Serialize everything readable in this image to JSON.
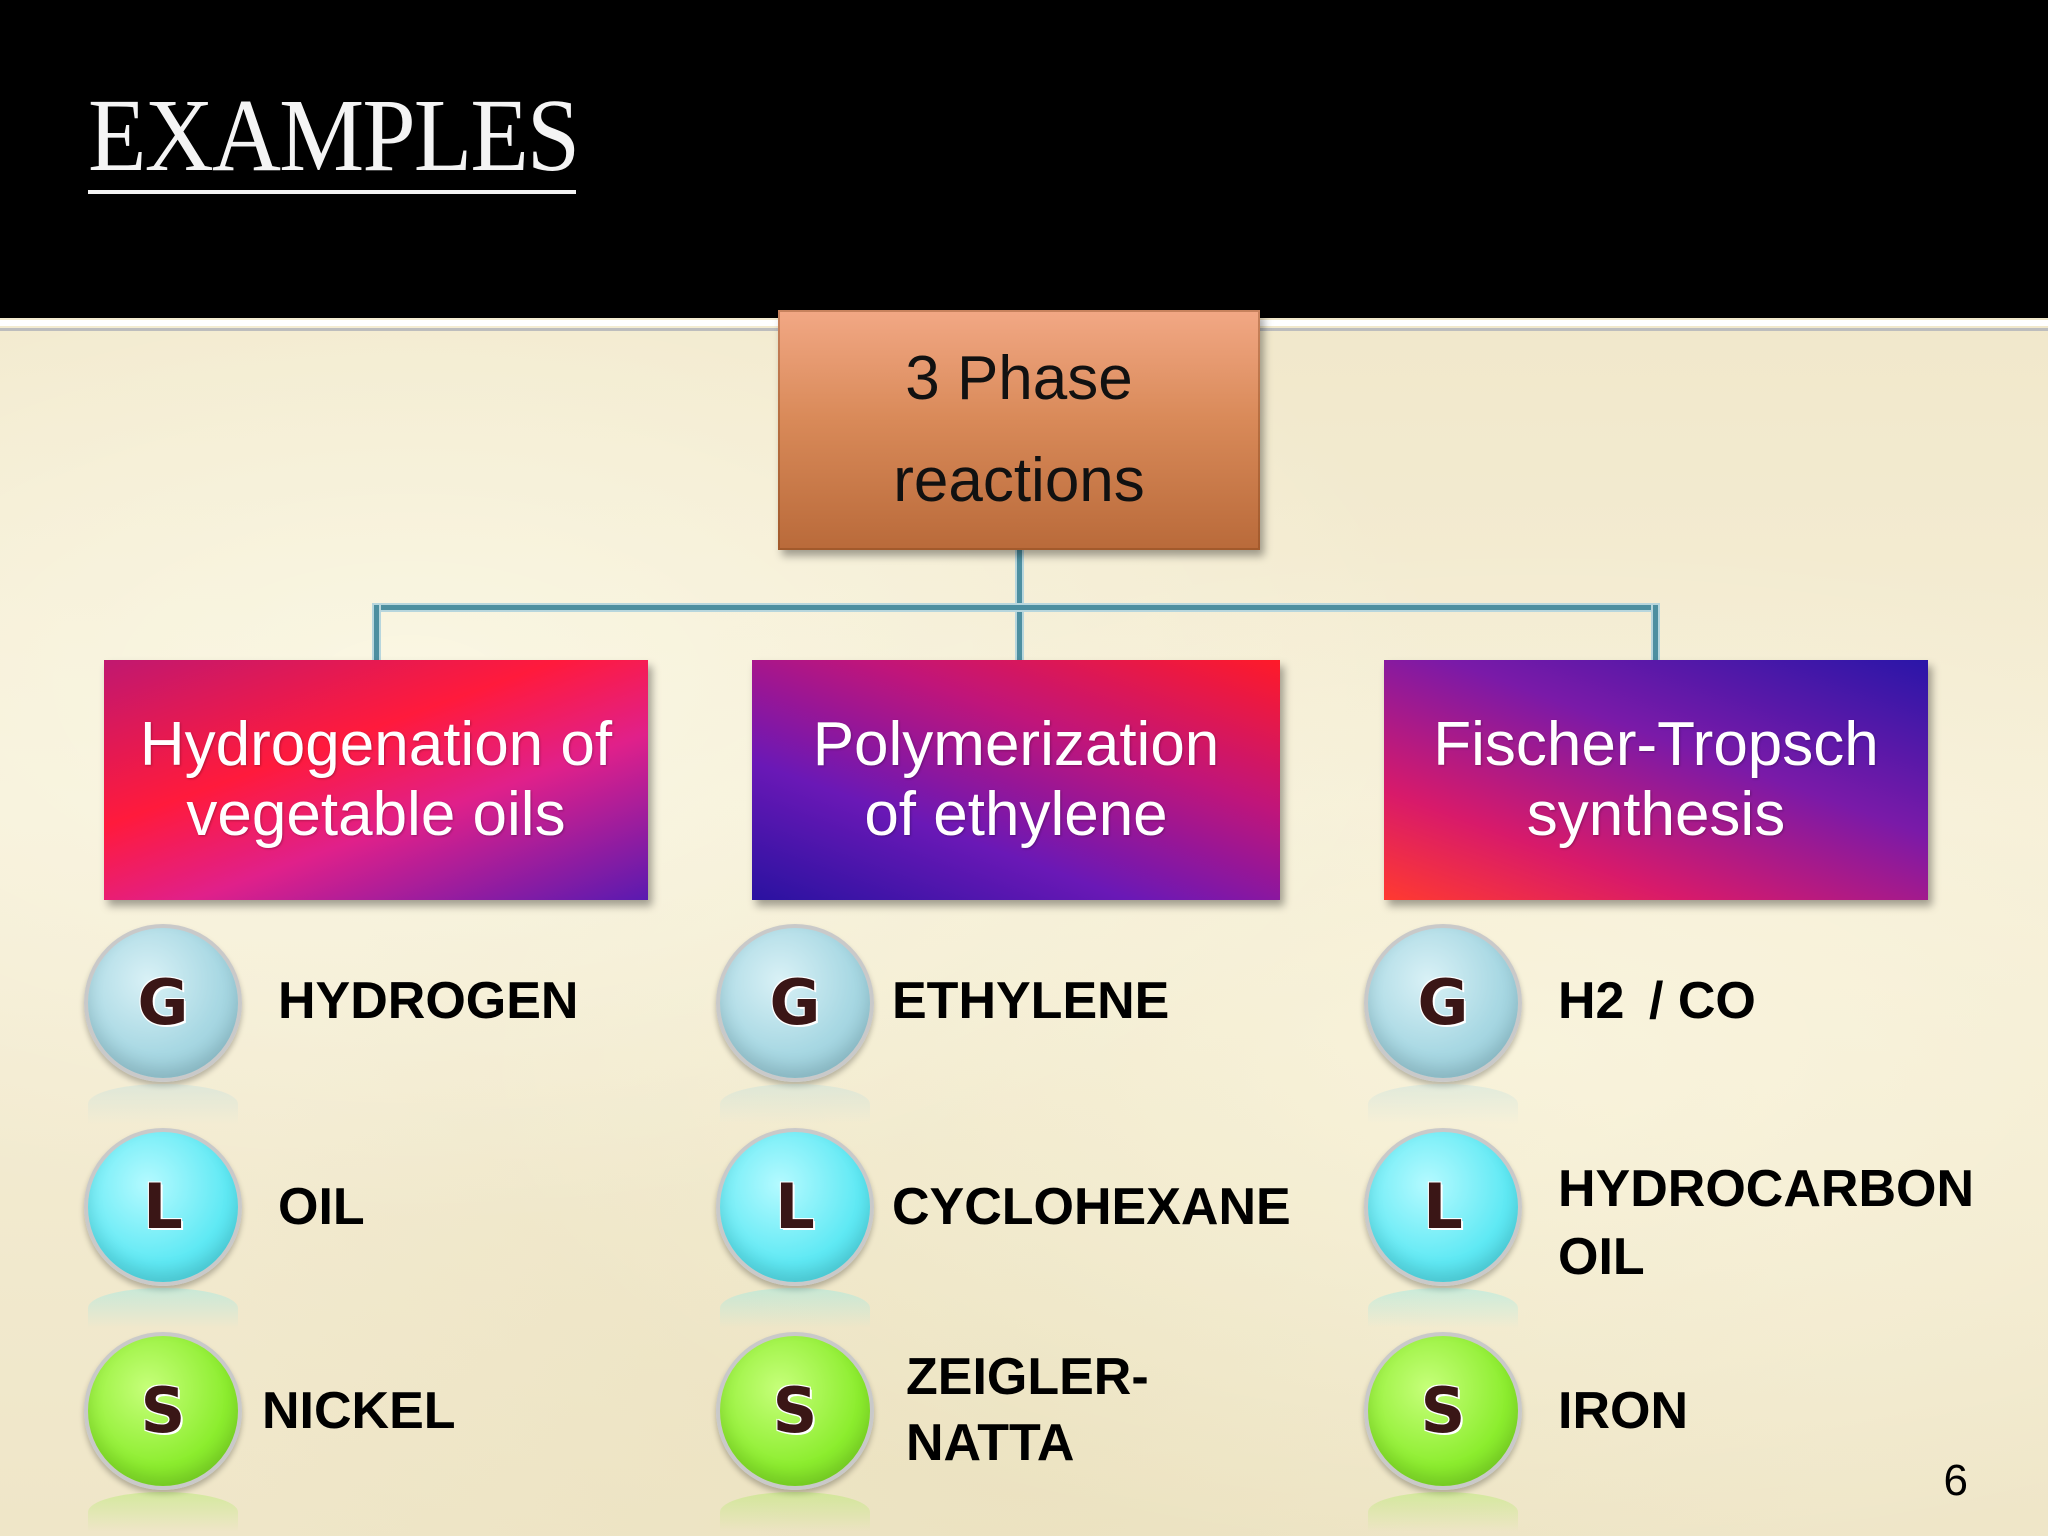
{
  "slide": {
    "title": "EXAMPLES",
    "page_number": "6"
  },
  "root": {
    "line1": "3 Phase",
    "line2": "reactions"
  },
  "categories": [
    {
      "line1": "Hydrogenation of",
      "line2": "vegetable oils",
      "phases": {
        "gas": {
          "letter": "G",
          "label": "HYDROGEN"
        },
        "liquid": {
          "letter": "L",
          "label": "OIL"
        },
        "solid": {
          "letter": "S",
          "label": "NICKEL"
        }
      }
    },
    {
      "line1": "Polymerization",
      "line2": "of ethylene",
      "phases": {
        "gas": {
          "letter": "G",
          "label": "ETHYLENE"
        },
        "liquid": {
          "letter": "L",
          "label": "CYCLOHEXANE"
        },
        "solid": {
          "letter": "S",
          "label_line1": "ZEIGLER-",
          "label_line2": "NATTA"
        }
      }
    },
    {
      "line1": "Fischer-Tropsch",
      "line2": "synthesis",
      "phases": {
        "gas": {
          "letter": "G",
          "label_main": "H2",
          "label_rest": "/ CO"
        },
        "liquid": {
          "letter": "L",
          "label_line1": "HYDROCARBON",
          "label_line2": "OIL"
        },
        "solid": {
          "letter": "S",
          "label": "IRON"
        }
      }
    }
  ],
  "colors": {
    "header": "#000000",
    "connector": "#4d8fa0",
    "root_box": "#d98a59"
  }
}
